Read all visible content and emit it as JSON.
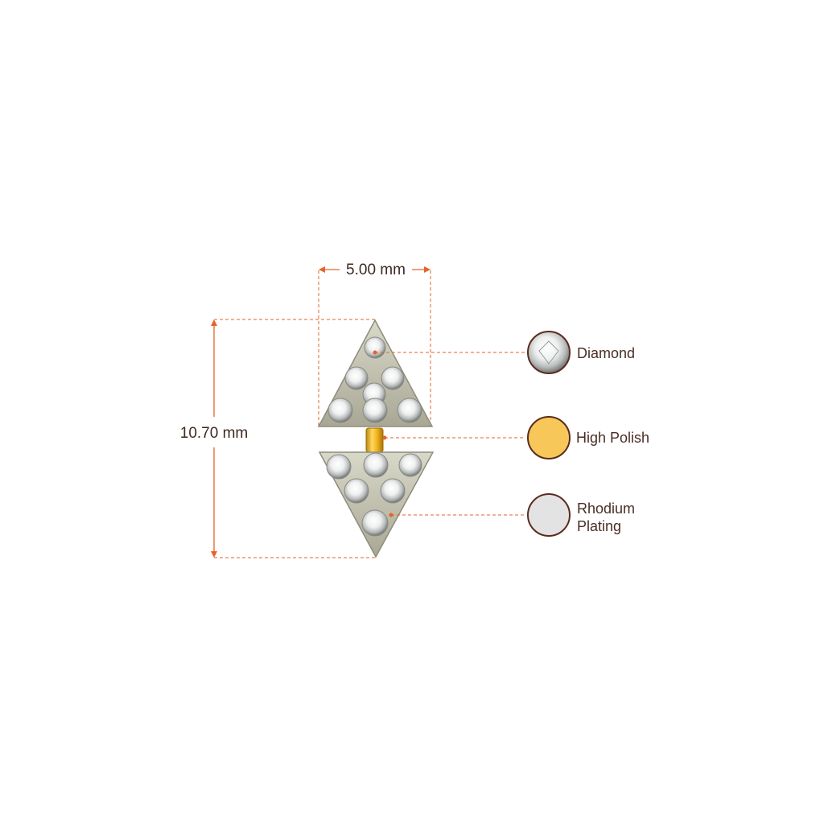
{
  "dimensions": {
    "width_label": "5.00 mm",
    "height_label": "10.70 mm"
  },
  "legend": {
    "items": [
      {
        "label": "Diamond",
        "icon": "diamond-stone-icon",
        "swatch": "#e8e8e8"
      },
      {
        "label": "High Polish",
        "icon": "gold-swatch-icon",
        "swatch": "#f7c75a"
      },
      {
        "label_line1": "Rhodium",
        "label_line2": "Plating",
        "icon": "rhodium-swatch-icon",
        "swatch": "#e3e3e3"
      }
    ]
  },
  "colors": {
    "dimension_line": "#e5632a",
    "text": "#3e2a22",
    "swatch_border": "#5a2c1e",
    "gold": "#f7c75a",
    "rhodium": "#e3e3e3",
    "setting": "#c9c9b8"
  }
}
